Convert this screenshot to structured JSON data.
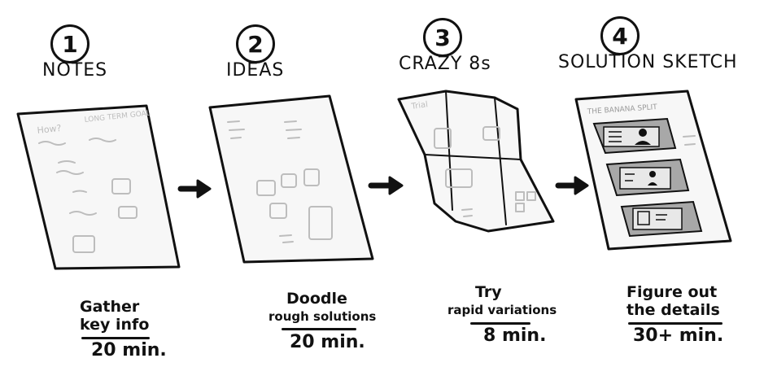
{
  "steps": [
    {
      "number": "1",
      "title": "NOTES",
      "caption_line1": "Gather",
      "caption_line2": "key info",
      "time": "20 min."
    },
    {
      "number": "2",
      "title": "IDEAS",
      "caption_line1": "Doodle",
      "caption_line2": "rough solutions",
      "time": "20 min."
    },
    {
      "number": "3",
      "title": "CRAZY 8s",
      "caption_line1": "Try",
      "caption_line2": "rapid variations",
      "time": "8 min."
    },
    {
      "number": "4",
      "title": "SOLUTION SKETCH",
      "caption_line1": "Figure out",
      "caption_line2": "the details",
      "time": "30+ min."
    }
  ],
  "sketch_text": {
    "notes_how": "How?",
    "notes_long_term": "LONG TERM GOAL",
    "crazy8_label": "Trial",
    "solution_heading": "THE BANANA SPLIT"
  }
}
